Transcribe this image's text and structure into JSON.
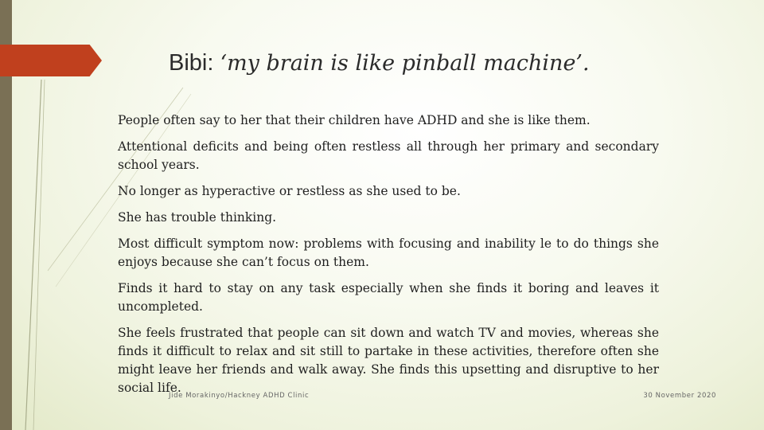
{
  "slide": {
    "title_name": "Bibi: ",
    "title_quote": "‘my brain is like pinball machine’.",
    "paragraphs": [
      "People often say to her that their children have ADHD and she is like them.",
      "Attentional deficits and being often restless all through her primary and secondary school years.",
      "No longer as hyperactive or restless as she used to be.",
      "She has trouble thinking.",
      "Most difficult symptom now: problems with focusing and inability le to do things she enjoys because she can’t focus on them.",
      "Finds it hard to stay on any task especially when she finds it boring and leaves it uncompleted.",
      "She feels frustrated that people can sit down and watch TV and movies, whereas she finds it difficult to relax and sit still to partake in these activities, therefore often she might leave her friends and walk away. She finds this upsetting and disruptive to her social life."
    ],
    "footer_left": "Jide Morakinyo/Hackney ADHD Clinic",
    "footer_right": "30 November 2020"
  },
  "colors": {
    "accent_arrow": "#c0401e",
    "left_bar": "#7a7055",
    "background": "#f3f6e6"
  }
}
